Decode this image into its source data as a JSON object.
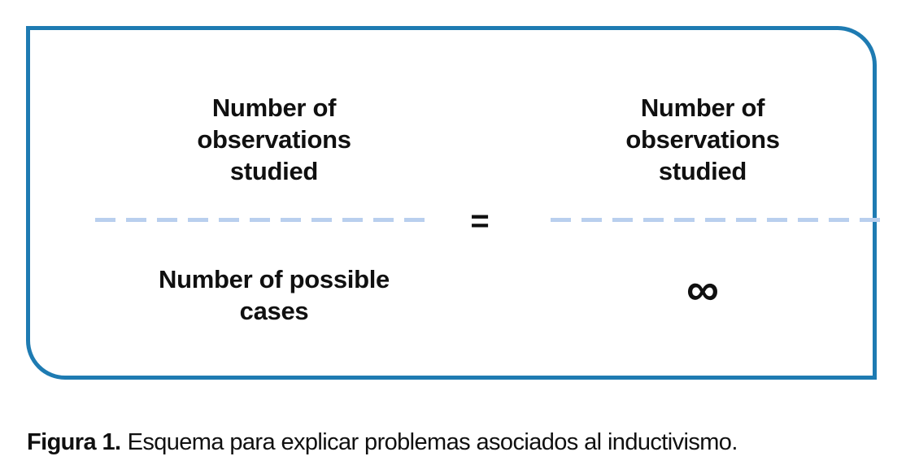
{
  "figure": {
    "box": {
      "left_fraction": {
        "numerator_lines": [
          "Number of",
          "observations",
          "studied"
        ],
        "denominator_lines": [
          "Number of possible",
          "cases"
        ]
      },
      "equals_sign": "=",
      "right_fraction": {
        "numerator_lines": [
          "Number of",
          "observations",
          "studied"
        ],
        "denominator_symbol": "∞"
      }
    },
    "caption": {
      "label": "Figura 1.",
      "text": "Esquema para explicar problemas asociados al inductivismo."
    }
  },
  "colors": {
    "box_border": "#1e7bb2",
    "fraction_bar_dash": "#b9cfee",
    "text": "#101010"
  }
}
